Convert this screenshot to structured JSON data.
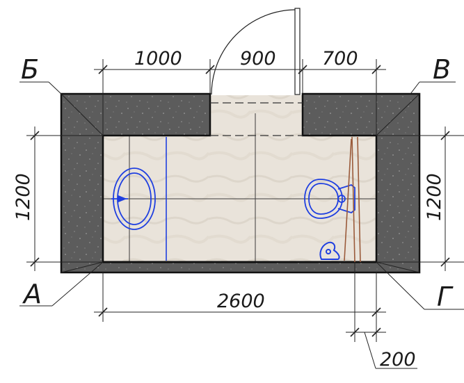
{
  "drawing": {
    "corner_labels": {
      "top_left": "Б",
      "top_right": "В",
      "bottom_left": "А",
      "bottom_right": "Г"
    },
    "dimensions": {
      "top_left_segment": "1000",
      "top_door_segment": "900",
      "top_right_segment": "700",
      "left_height": "1200",
      "right_height": "1200",
      "bottom_length": "2600",
      "bottom_offset": "200"
    },
    "colors": {
      "wall_fill": "#5c5c5c",
      "floor_fill": "#e9e3da",
      "fixture_blue": "#1f3fe0",
      "partition_brown": "#9a5a3a",
      "line": "#1a1a1a"
    },
    "fixtures": [
      "washbasin",
      "toilet",
      "sink-tap",
      "partition-wall",
      "door-leaf"
    ]
  }
}
